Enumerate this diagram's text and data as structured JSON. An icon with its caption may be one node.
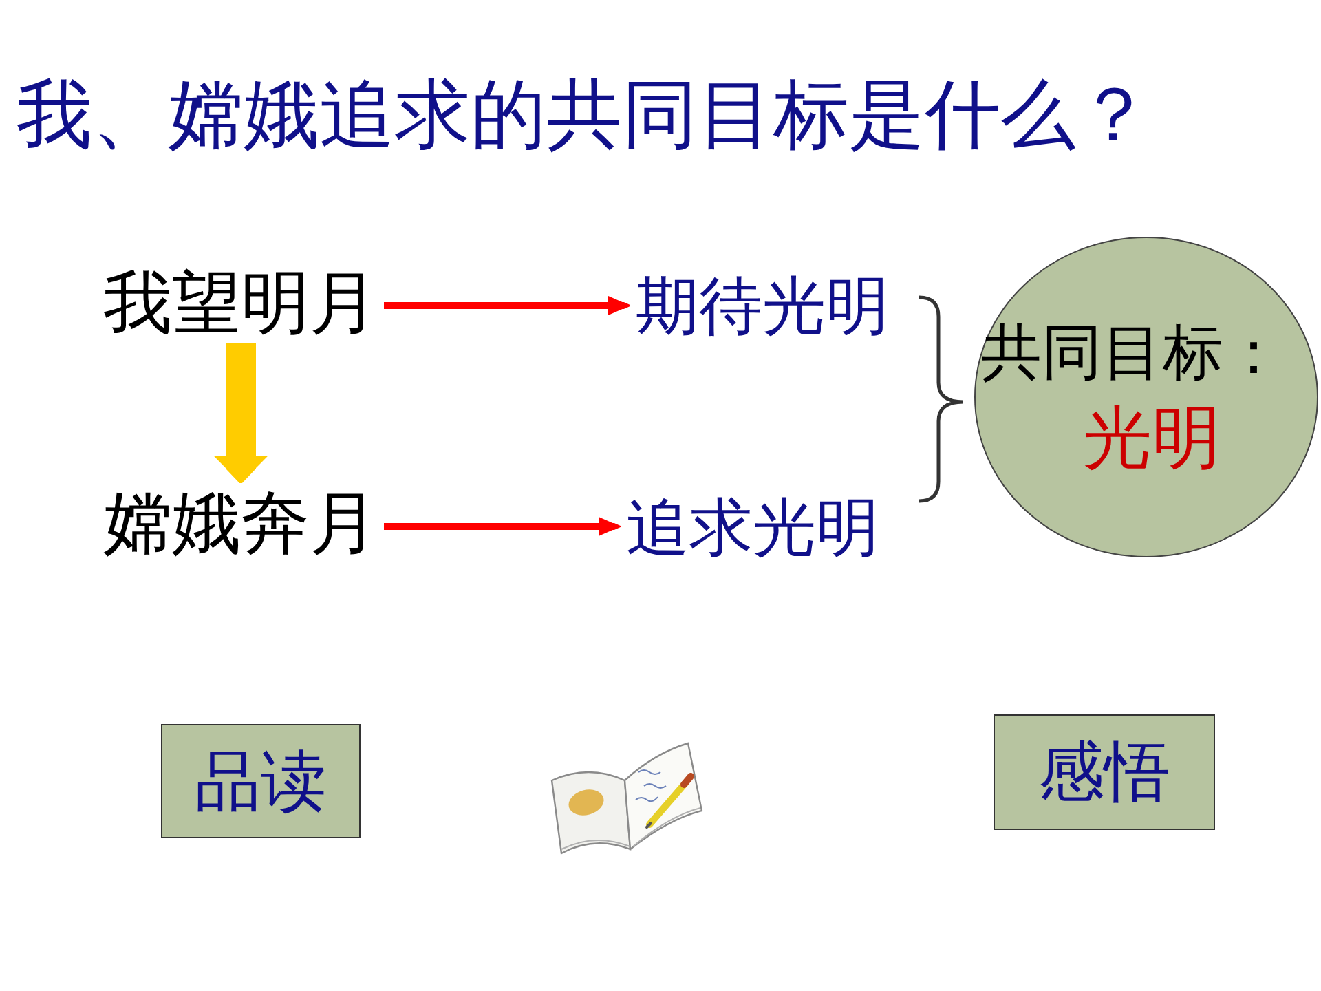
{
  "diagram": {
    "title": "我、嫦娥追求的共同目标是什么？",
    "nodes": [
      {
        "text": [
          "我望明月"
        ]
      },
      {
        "text": [
          "期待光明"
        ]
      },
      {
        "text": [
          "嫦娥奔月"
        ]
      },
      {
        "text": [
          "追求光明"
        ]
      },
      {
        "text": [
          "共同目标：",
          "光明"
        ]
      },
      {
        "text": [
          "品读"
        ]
      },
      {
        "text": [
          "感悟"
        ]
      }
    ],
    "edges": [
      {
        "from": 0,
        "to": 1,
        "arrow": "to"
      },
      {
        "from": 0,
        "to": 2,
        "arrow": "to",
        "style": "thick",
        "color": "#ffcc00"
      },
      {
        "from": 2,
        "to": 3,
        "arrow": "to"
      }
    ]
  }
}
